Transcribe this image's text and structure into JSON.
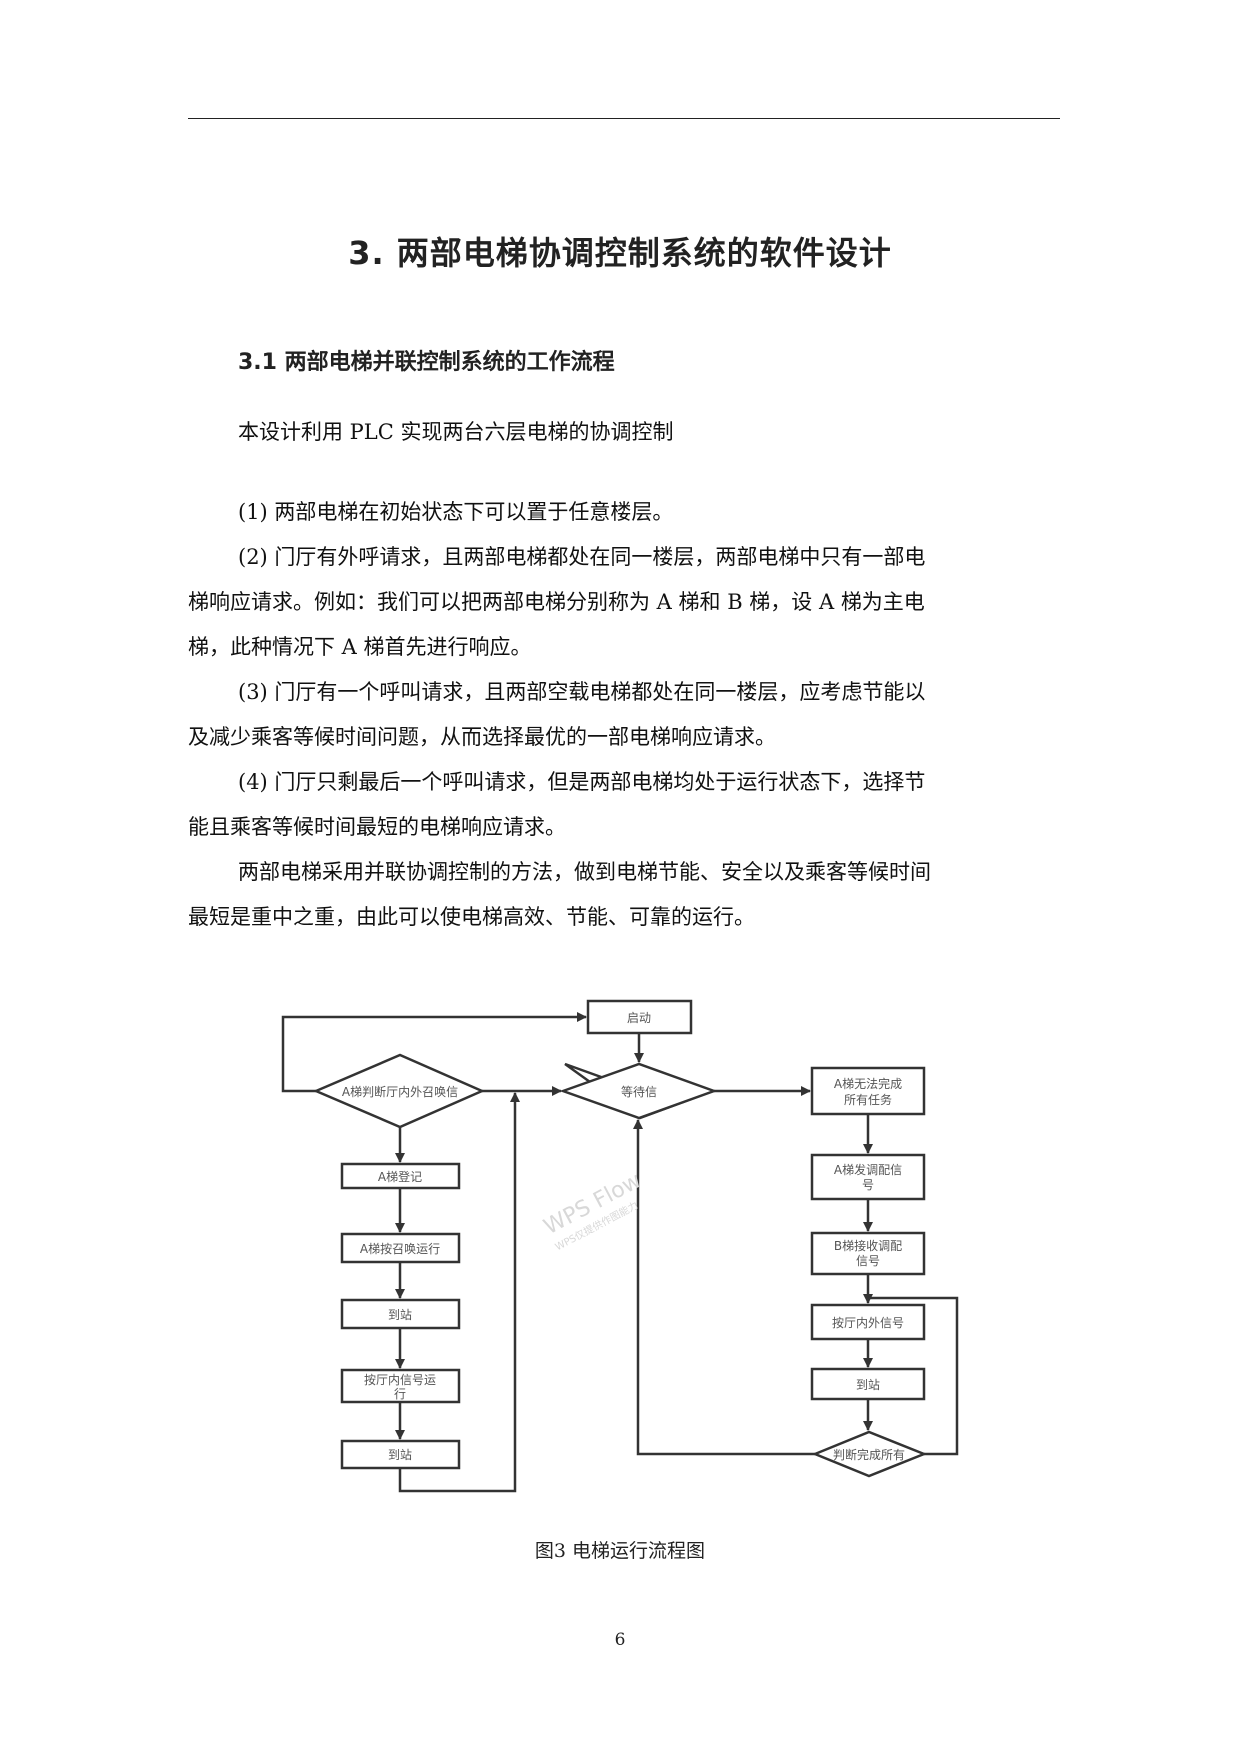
{
  "page": {
    "chapter_title": "3. 两部电梯协调控制系统的软件设计",
    "section_title": "3.1 两部电梯并联控制系统的工作流程",
    "intro": "本设计利用 PLC 实现两台六层电梯的协调控制",
    "paragraphs": [
      {
        "lines": [
          "(1) 两部电梯在初始状态下可以置于任意楼层。"
        ]
      },
      {
        "lines": [
          "(2) 门厅有外呼请求，且两部电梯都处在同一楼层，两部电梯中只有一部电",
          "梯响应请求。例如：我们可以把两部电梯分别称为 A 梯和 B 梯，设 A 梯为主电",
          "梯，此种情况下 A 梯首先进行响应。"
        ]
      },
      {
        "lines": [
          "(3) 门厅有一个呼叫请求，且两部空载电梯都处在同一楼层，应考虑节能以",
          "及减少乘客等候时间问题，从而选择最优的一部电梯响应请求。"
        ]
      },
      {
        "lines": [
          "(4) 门厅只剩最后一个呼叫请求，但是两部电梯均处于运行状态下，选择节",
          "能且乘客等候时间最短的电梯响应请求。"
        ]
      },
      {
        "lines": [
          "两部电梯采用并联协调控制的方法，做到电梯节能、安全以及乘客等候时间",
          "最短是重中之重，由此可以使电梯高效、节能、可靠的运行。"
        ]
      }
    ],
    "figure_caption": "图3  电梯运行流程图",
    "page_number": "6"
  },
  "flowchart": {
    "nodes": {
      "start": "启动",
      "wait": "等待信",
      "a_judge": "A梯判断厅内外召唤信",
      "a_register": "A梯登记",
      "a_run_call": "A梯按召唤运行",
      "arrive_1": "到站",
      "run_inside_1": "按厅内信号运",
      "run_inside_2": "行",
      "arrive_2": "到站",
      "a_cannot_1": "A梯无法完成",
      "a_cannot_2": "所有任务",
      "a_send_1": "A梯发调配信",
      "a_send_2": "号",
      "b_recv_1": "B梯接收调配",
      "b_recv_2": "信号",
      "by_signal": "按厅内外信号",
      "arrive_3": "到站",
      "judge_done": "判断完成所有"
    },
    "watermark": {
      "main": "WPS Flow",
      "sub": "WPS仅提供作图能力"
    },
    "colors": {
      "line": "#333333",
      "text": "#555555"
    }
  }
}
